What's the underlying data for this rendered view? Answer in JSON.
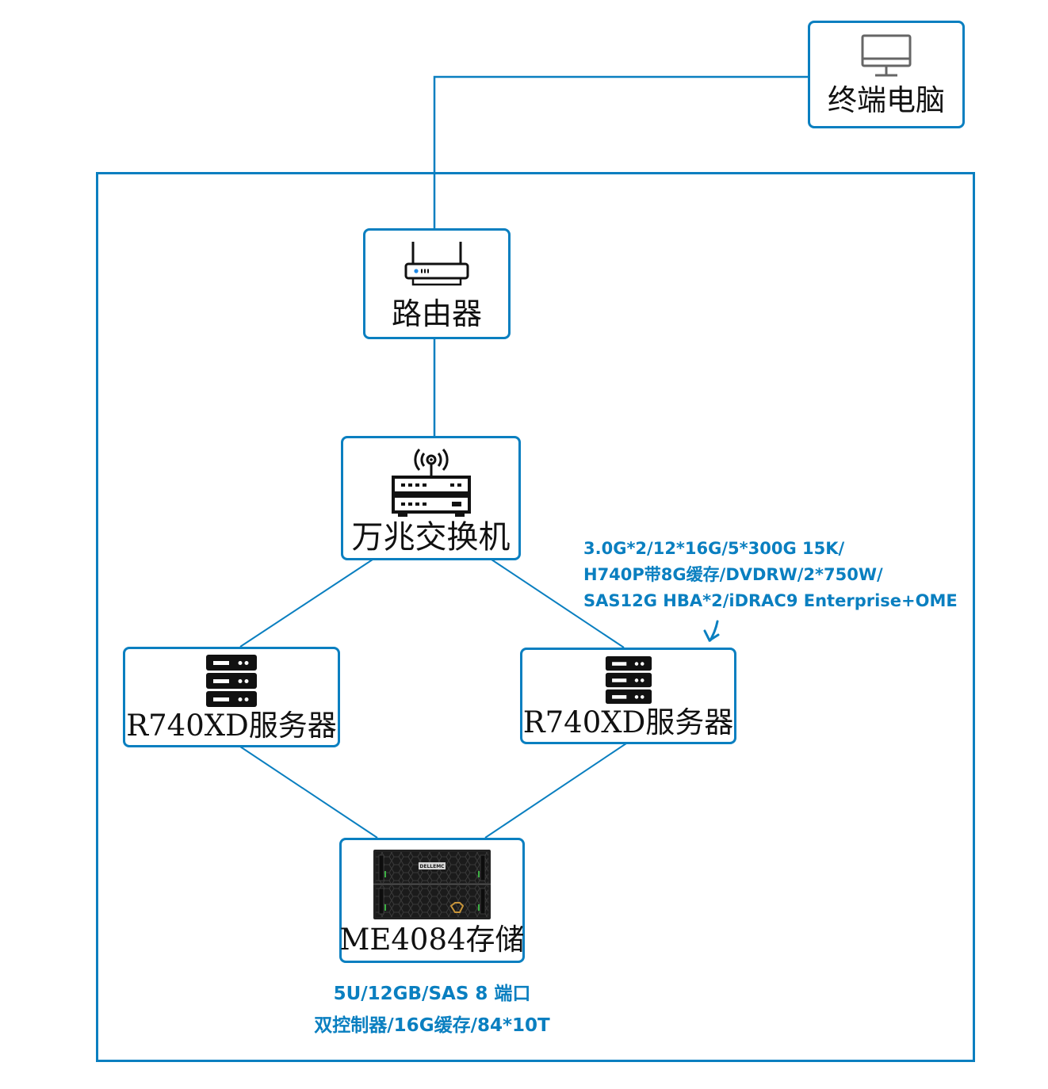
{
  "colors": {
    "accent": "#0a7fc0",
    "icon": "#111111",
    "router_led": "#1e88e5"
  },
  "nodes": {
    "terminal": {
      "label": "终端电脑",
      "icon": "monitor-icon"
    },
    "router": {
      "label": "路由器",
      "icon": "router-icon"
    },
    "switch": {
      "label": "万兆交换机",
      "icon": "network-switch-icon"
    },
    "server_left": {
      "label": "R740XD服务器",
      "icon": "server-rack-icon"
    },
    "server_right": {
      "label": "R740XD服务器",
      "icon": "server-rack-icon"
    },
    "storage": {
      "label": "ME4084存储",
      "icon": "storage-array-image"
    }
  },
  "annotations": {
    "server_spec": [
      "3.0G*2/12*16G/5*300G 15K/",
      "H740P带8G缓存/DVDRW/2*750W/",
      "SAS12G HBA*2/iDRAC9 Enterprise+OME"
    ],
    "storage_spec": [
      "5U/12GB/SAS 8 端口",
      "双控制器/16G缓存/84*10T"
    ],
    "storage_brand": "DELLEMC"
  },
  "connections": [
    {
      "from": "terminal",
      "to": "router"
    },
    {
      "from": "router",
      "to": "switch"
    },
    {
      "from": "switch",
      "to": "server_left"
    },
    {
      "from": "switch",
      "to": "server_right"
    },
    {
      "from": "server_left",
      "to": "storage"
    },
    {
      "from": "server_right",
      "to": "storage"
    }
  ]
}
